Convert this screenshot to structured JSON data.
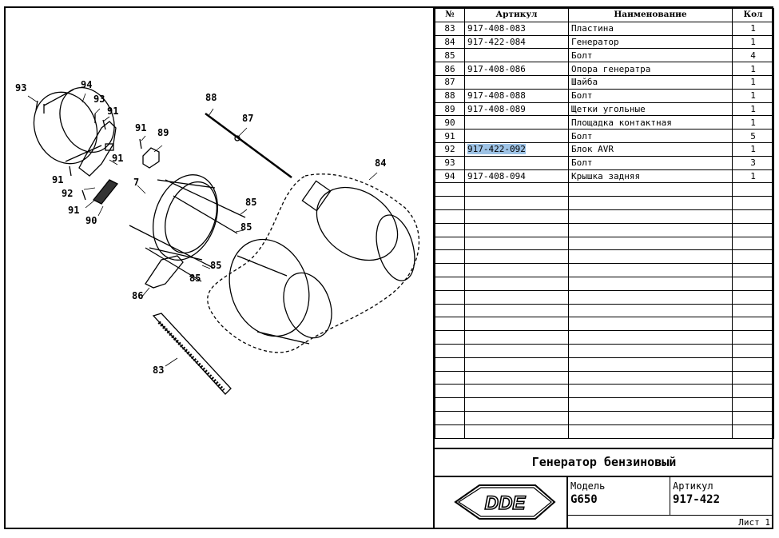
{
  "table": {
    "headers": {
      "no": "№",
      "article": "Артикул",
      "name": "Наименование",
      "qty": "Кол"
    },
    "rows": [
      {
        "no": "83",
        "article": "917-408-083",
        "name": "Пластина",
        "qty": "1"
      },
      {
        "no": "84",
        "article": "917-422-084",
        "name": "Генератор",
        "qty": "1"
      },
      {
        "no": "85",
        "article": "",
        "name": "Болт",
        "qty": "4"
      },
      {
        "no": "86",
        "article": "917-408-086",
        "name": "Опора генератра",
        "qty": "1"
      },
      {
        "no": "87",
        "article": "",
        "name": "Шайба",
        "qty": "1"
      },
      {
        "no": "88",
        "article": "917-408-088",
        "name": "Болт",
        "qty": "1"
      },
      {
        "no": "89",
        "article": "917-408-089",
        "name": "Щетки угольные",
        "qty": "1"
      },
      {
        "no": "90",
        "article": "",
        "name": "Площадка контактная",
        "qty": "1"
      },
      {
        "no": "91",
        "article": "",
        "name": "Болт",
        "qty": "5"
      },
      {
        "no": "92",
        "article": "917-422-092",
        "name": "Блок AVR",
        "qty": "1"
      },
      {
        "no": "93",
        "article": "",
        "name": "Болт",
        "qty": "3"
      },
      {
        "no": "94",
        "article": "917-408-094",
        "name": "Крышка задняя",
        "qty": "1"
      }
    ],
    "highlighted_article_row": 9
  },
  "title_block": {
    "title": "Генератор бензиновый",
    "logo_text": "DDE",
    "model_label": "Модель",
    "model_value": "G650",
    "article_label": "Артикул",
    "article_value": "917-422",
    "sheet": "Лист 1"
  },
  "callouts": {
    "c93a": "93",
    "c94": "94",
    "c93b": "93",
    "c91a": "91",
    "c91b": "91",
    "c89": "89",
    "c91c": "91",
    "c91d": "91",
    "c92": "92",
    "c91e": "91",
    "c90": "90",
    "c7": "7",
    "c88": "88",
    "c87": "87",
    "c84": "84",
    "c85a": "85",
    "c85b": "85",
    "c85c": "85",
    "c85d": "85",
    "c86": "86",
    "c83": "83"
  },
  "colors": {
    "highlight": "#9ec3e6"
  }
}
